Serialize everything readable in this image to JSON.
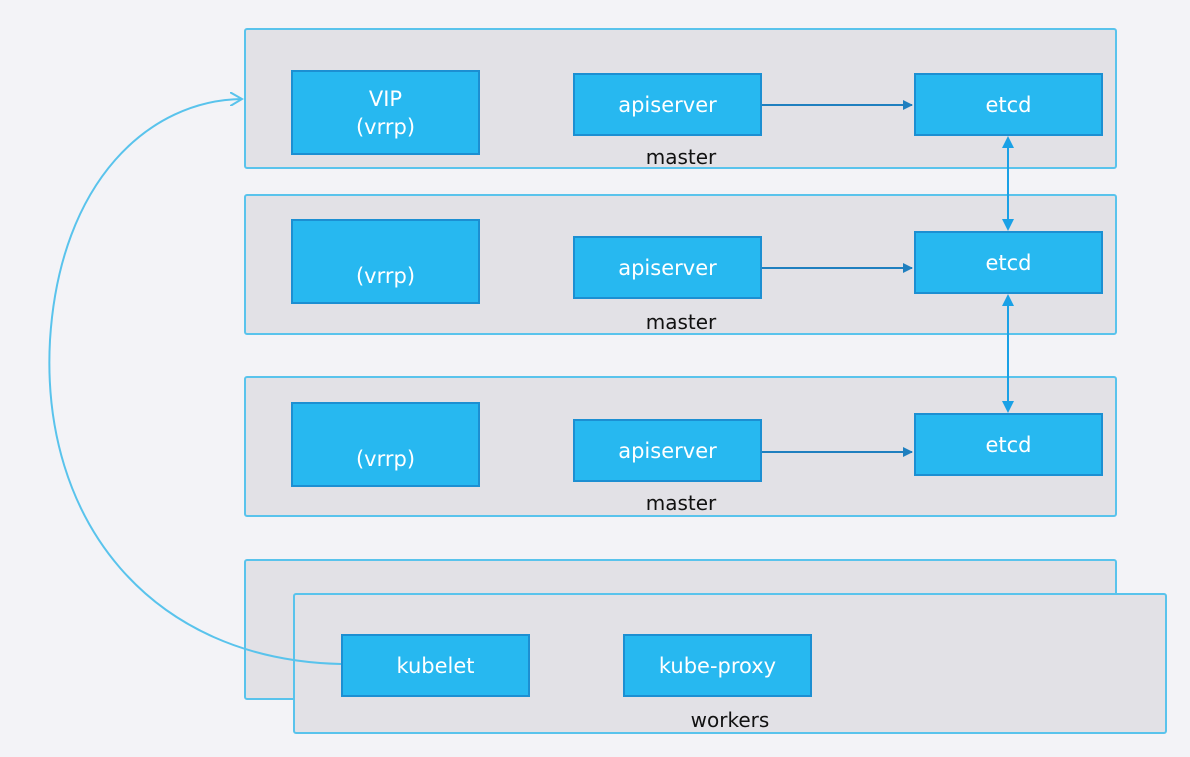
{
  "masters": [
    {
      "vip_label": "VIP",
      "vrrp_label": "(vrrp)",
      "apiserver_label": "apiserver",
      "etcd_label": "etcd",
      "caption": "master"
    },
    {
      "vip_label": "",
      "vrrp_label": "(vrrp)",
      "apiserver_label": "apiserver",
      "etcd_label": "etcd",
      "caption": "master"
    },
    {
      "vip_label": "",
      "vrrp_label": "(vrrp)",
      "apiserver_label": "apiserver",
      "etcd_label": "etcd",
      "caption": "master"
    }
  ],
  "workers": {
    "kubelet_label": "kubelet",
    "kube_proxy_label": "kube-proxy",
    "caption": "workers"
  },
  "colors": {
    "panel_fill": "#e2e1e6",
    "panel_border": "#59c3ec",
    "node_fill": "#27b8f0",
    "node_border": "#1c8fd2",
    "arrow": "#1f7fbf",
    "etcd_link": "#1aa1e6",
    "vip_link": "#59c3ec"
  }
}
